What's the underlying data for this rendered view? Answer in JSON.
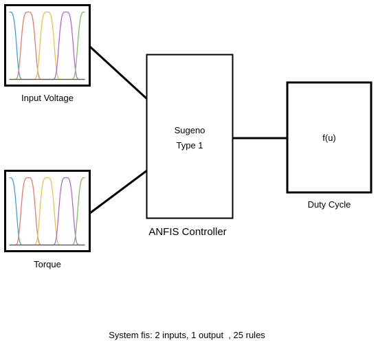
{
  "inputs": [
    {
      "label": "Input Voltage"
    },
    {
      "label": "Torque"
    }
  ],
  "controller": {
    "line1": "Sugeno",
    "line2": "Type 1",
    "label": "ANFIS Controller"
  },
  "output": {
    "function_text": "f(u)",
    "label": "Duty Cycle"
  },
  "footer": {
    "system_info": "System fis: 2 inputs, 1 output  , 25 rules"
  },
  "colors": {
    "stroke": "#000000",
    "mf_curves": [
      "#3aa3d6",
      "#e57b6b",
      "#e8c44e",
      "#b06bc8",
      "#7dbf5a"
    ]
  }
}
